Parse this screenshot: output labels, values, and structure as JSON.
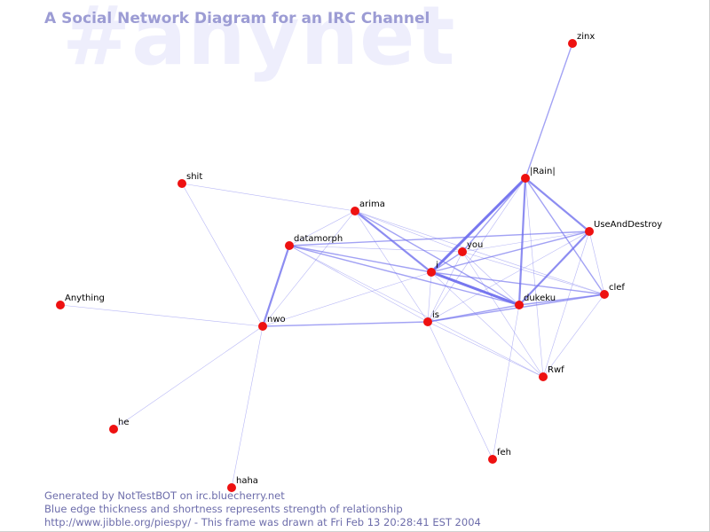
{
  "title": "A Social Network Diagram for an IRC Channel",
  "channel": "#anynet",
  "colors": {
    "node": "#ee1111",
    "edge": "#7070ee",
    "title": "#9c9cd4",
    "footer": "#6d6dab"
  },
  "nodes": [
    {
      "id": "zinx",
      "label": "zinx"
    },
    {
      "id": "rain",
      "label": "|Rain|"
    },
    {
      "id": "useanddestroy",
      "label": "UseAndDestroy"
    },
    {
      "id": "shit",
      "label": "shit"
    },
    {
      "id": "arima",
      "label": "arima"
    },
    {
      "id": "datamorph",
      "label": "datamorph"
    },
    {
      "id": "you",
      "label": "you"
    },
    {
      "id": "i",
      "label": "i"
    },
    {
      "id": "dukeku",
      "label": "dukeku"
    },
    {
      "id": "clef",
      "label": "clef"
    },
    {
      "id": "anything",
      "label": "Anything"
    },
    {
      "id": "nwo",
      "label": "nwo"
    },
    {
      "id": "is",
      "label": "is"
    },
    {
      "id": "rwf",
      "label": "Rwf"
    },
    {
      "id": "he",
      "label": "he"
    },
    {
      "id": "feh",
      "label": "feh"
    },
    {
      "id": "haha",
      "label": "haha"
    }
  ],
  "edges": [
    {
      "source": "zinx",
      "target": "rain",
      "strength": 2
    },
    {
      "source": "rain",
      "target": "useanddestroy",
      "strength": 3
    },
    {
      "source": "rain",
      "target": "i",
      "strength": 4
    },
    {
      "source": "rain",
      "target": "you",
      "strength": 2
    },
    {
      "source": "rain",
      "target": "dukeku",
      "strength": 3
    },
    {
      "source": "rain",
      "target": "clef",
      "strength": 2
    },
    {
      "source": "rain",
      "target": "rwf",
      "strength": 1
    },
    {
      "source": "rain",
      "target": "is",
      "strength": 1
    },
    {
      "source": "useanddestroy",
      "target": "i",
      "strength": 2
    },
    {
      "source": "useanddestroy",
      "target": "you",
      "strength": 1
    },
    {
      "source": "useanddestroy",
      "target": "dukeku",
      "strength": 3
    },
    {
      "source": "useanddestroy",
      "target": "clef",
      "strength": 1
    },
    {
      "source": "useanddestroy",
      "target": "rwf",
      "strength": 1
    },
    {
      "source": "useanddestroy",
      "target": "datamorph",
      "strength": 2
    },
    {
      "source": "useanddestroy",
      "target": "is",
      "strength": 1
    },
    {
      "source": "shit",
      "target": "arima",
      "strength": 1
    },
    {
      "source": "shit",
      "target": "nwo",
      "strength": 1
    },
    {
      "source": "arima",
      "target": "datamorph",
      "strength": 1
    },
    {
      "source": "arima",
      "target": "i",
      "strength": 3
    },
    {
      "source": "arima",
      "target": "dukeku",
      "strength": 2
    },
    {
      "source": "arima",
      "target": "clef",
      "strength": 1
    },
    {
      "source": "arima",
      "target": "you",
      "strength": 1
    },
    {
      "source": "arima",
      "target": "is",
      "strength": 1
    },
    {
      "source": "arima",
      "target": "nwo",
      "strength": 1
    },
    {
      "source": "datamorph",
      "target": "nwo",
      "strength": 3
    },
    {
      "source": "datamorph",
      "target": "i",
      "strength": 2
    },
    {
      "source": "datamorph",
      "target": "dukeku",
      "strength": 2
    },
    {
      "source": "datamorph",
      "target": "is",
      "strength": 1
    },
    {
      "source": "datamorph",
      "target": "you",
      "strength": 1
    },
    {
      "source": "datamorph",
      "target": "rwf",
      "strength": 1
    },
    {
      "source": "you",
      "target": "i",
      "strength": 2
    },
    {
      "source": "you",
      "target": "dukeku",
      "strength": 1
    },
    {
      "source": "you",
      "target": "is",
      "strength": 1
    },
    {
      "source": "you",
      "target": "rwf",
      "strength": 1
    },
    {
      "source": "you",
      "target": "clef",
      "strength": 1
    },
    {
      "source": "i",
      "target": "dukeku",
      "strength": 4
    },
    {
      "source": "i",
      "target": "clef",
      "strength": 2
    },
    {
      "source": "i",
      "target": "is",
      "strength": 1
    },
    {
      "source": "i",
      "target": "nwo",
      "strength": 1
    },
    {
      "source": "i",
      "target": "rwf",
      "strength": 1
    },
    {
      "source": "dukeku",
      "target": "clef",
      "strength": 2
    },
    {
      "source": "dukeku",
      "target": "is",
      "strength": 2
    },
    {
      "source": "dukeku",
      "target": "feh",
      "strength": 1
    },
    {
      "source": "clef",
      "target": "is",
      "strength": 2
    },
    {
      "source": "clef",
      "target": "rwf",
      "strength": 1
    },
    {
      "source": "anything",
      "target": "nwo",
      "strength": 1
    },
    {
      "source": "nwo",
      "target": "is",
      "strength": 2
    },
    {
      "source": "nwo",
      "target": "he",
      "strength": 1
    },
    {
      "source": "nwo",
      "target": "haha",
      "strength": 1
    },
    {
      "source": "is",
      "target": "rwf",
      "strength": 1
    },
    {
      "source": "is",
      "target": "feh",
      "strength": 1
    }
  ],
  "footer": {
    "line1": "Generated by NotTestBOT on irc.bluecherry.net",
    "line2": "Blue edge thickness and shortness represents strength of relationship",
    "line3": "http://www.jibble.org/piespy/ - This frame was drawn at Fri Feb 13 20:28:41 EST 2004"
  }
}
